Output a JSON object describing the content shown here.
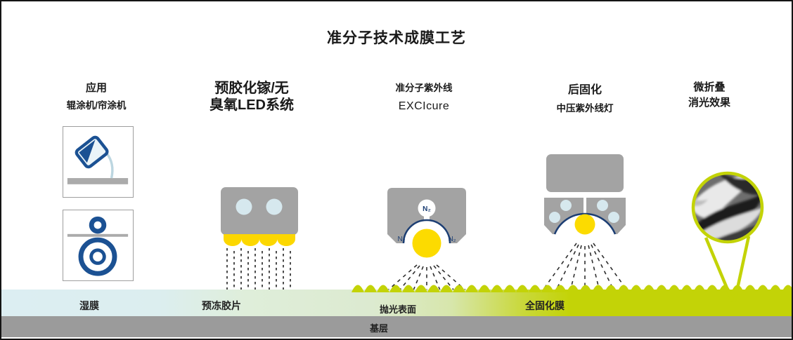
{
  "title": "准分子技术成膜工艺",
  "stages": [
    {
      "id": "application",
      "line1": "应用",
      "line2": "辊涂机/帘涂机"
    },
    {
      "id": "pregel-led",
      "line1": "预胶化镓/无",
      "line2": "臭氧LED系统"
    },
    {
      "id": "excimer-uv",
      "line1": "准分子紫外线",
      "line2": "EXCIcure"
    },
    {
      "id": "post-cure",
      "line1": "后固化",
      "line2": "中压紫外线灯"
    },
    {
      "id": "micro-fold",
      "line1": "微折叠",
      "line2": "消光效果"
    }
  ],
  "film_labels": {
    "wet_film": "湿膜",
    "pre_gel_film": "预冻胶片",
    "polished_surface": "抛光表面",
    "fully_cured_film": "全固化膜",
    "substrate": "基层"
  },
  "machine_labels": {
    "nitrogen": "N₂"
  },
  "colors": {
    "yellow_green": "#c3d307",
    "lamp_yellow": "#fcdb00",
    "navy": "#1b5193",
    "machine_gray": "#a3a3a3",
    "substrate_gray": "#9b9b9b",
    "wet_film_blue": "#dceef2",
    "window_blue": "#d6e8ee"
  }
}
